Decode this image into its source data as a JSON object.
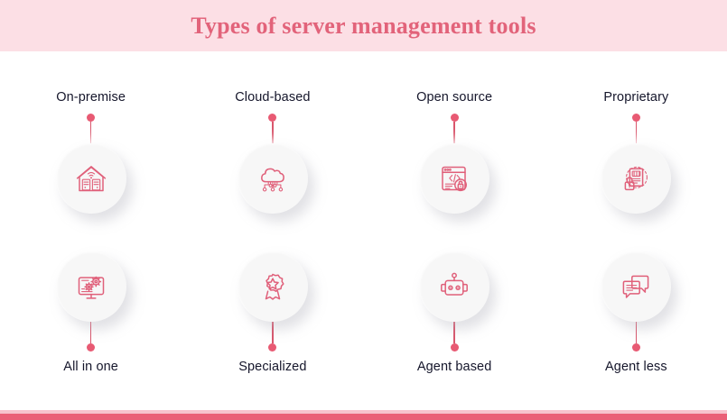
{
  "header": {
    "title": "Types of server management tools",
    "band_color": "#fcdfe5",
    "title_color": "#e2637a"
  },
  "theme": {
    "accent": "#e0607a",
    "dot_color": "#e85a73",
    "label_color": "#15162b",
    "disc_color": "#f7f7f7",
    "page_background": "#ffffff",
    "footer_color": "#ea6077"
  },
  "rows": [
    {
      "label_position": "above",
      "items": [
        {
          "label": "On-premise",
          "icon": "on-premise-server-house-icon"
        },
        {
          "label": "Cloud-based",
          "icon": "cloud-network-icon"
        },
        {
          "label": "Open source",
          "icon": "code-window-unlocked-icon"
        },
        {
          "label": "Proprietary",
          "icon": "document-locked-icon"
        }
      ]
    },
    {
      "label_position": "below",
      "items": [
        {
          "label": "All in one",
          "icon": "monitor-gears-icon"
        },
        {
          "label": "Specialized",
          "icon": "award-badge-star-icon"
        },
        {
          "label": "Agent based",
          "icon": "robot-head-icon"
        },
        {
          "label": "Agent less",
          "icon": "chat-bubbles-icon"
        }
      ]
    }
  ]
}
